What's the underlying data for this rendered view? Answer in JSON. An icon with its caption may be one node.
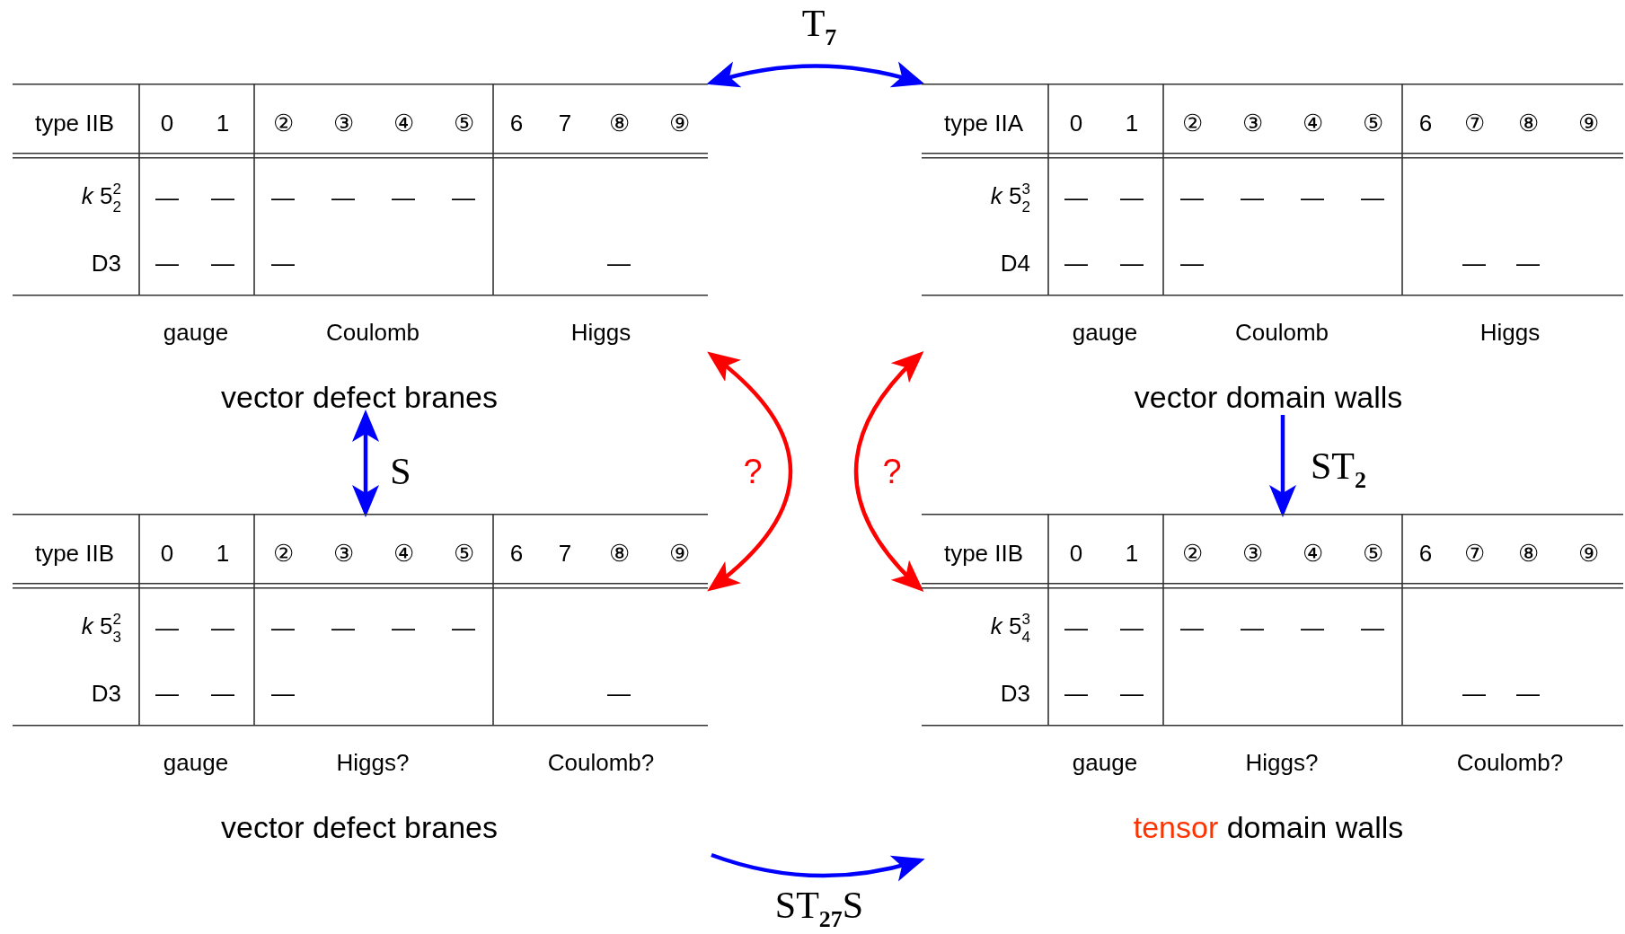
{
  "diagram": {
    "nodes": [
      {
        "text": [
          "vector defect branes"
        ]
      },
      {
        "text": [
          "vector domain walls"
        ]
      },
      {
        "text": [
          "vector defect branes"
        ]
      },
      {
        "text": [
          "tensor domain walls"
        ]
      }
    ],
    "edges": [
      {
        "from": 0,
        "to": 1,
        "arrow": "both",
        "label": "T$_{7}$"
      },
      {
        "from": 0,
        "to": 2,
        "arrow": "both",
        "label": "S"
      },
      {
        "from": 1,
        "to": 3,
        "arrow": "to",
        "label": "ST$_{2}$"
      },
      {
        "from": 2,
        "to": 3,
        "arrow": "to",
        "label": "ST$_{27}$S"
      },
      {
        "from": 0,
        "to": 2,
        "arrow": "both",
        "label": "?",
        "color": "#ff0000"
      },
      {
        "from": 1,
        "to": 3,
        "arrow": "both",
        "label": "?",
        "color": "#ff0000"
      }
    ],
    "labels": [
      "type IIB",
      "0",
      "1",
      "②",
      "③",
      "④",
      "⑤",
      "6",
      "7",
      "⑧",
      "⑨",
      "*k* 5$^{2}$$_{2}$",
      "—",
      "—",
      "—",
      "—",
      "—",
      "—",
      "D3",
      "—",
      "—",
      "—",
      "—",
      "gauge",
      "Coulomb",
      "Higgs",
      "type IIA",
      "0",
      "1",
      "②",
      "③",
      "④",
      "⑤",
      "6",
      "⑦",
      "⑧",
      "⑨",
      "*k* 5$^{3}$$_{2}$",
      "—",
      "—",
      "—",
      "—",
      "—",
      "—",
      "D4",
      "—",
      "—",
      "—",
      "—",
      "—",
      "gauge",
      "Coulomb",
      "Higgs",
      "type IIB",
      "0",
      "1",
      "②",
      "③",
      "④",
      "⑤",
      "6",
      "7",
      "⑧",
      "⑨",
      "*k* 5$^{2}$$_{3}$",
      "—",
      "—",
      "—",
      "—",
      "—",
      "—",
      "D3",
      "—",
      "—",
      "—",
      "—",
      "gauge",
      "Higgs?",
      "Coulomb?",
      "type IIB",
      "0",
      "1",
      "②",
      "③",
      "④",
      "⑤",
      "6",
      "⑦",
      "⑧",
      "⑨",
      "*k* 5$^{3}$$_{4}$",
      "—",
      "—",
      "—",
      "—",
      "—",
      "—",
      "D3",
      "—",
      "—",
      "—",
      "—",
      "gauge",
      "Higgs?",
      "Coulomb?"
    ]
  }
}
